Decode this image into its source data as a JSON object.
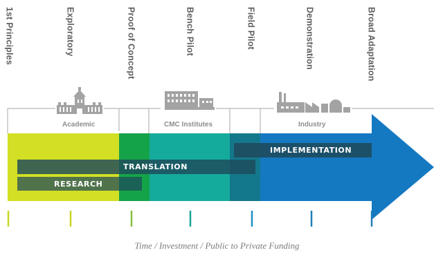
{
  "stages": [
    {
      "label": "1st Principles",
      "color": "#b9c924"
    },
    {
      "label": "Exploratory",
      "color": "#b9c924"
    },
    {
      "label": "Proof of Concept",
      "color": "#7dbd3c"
    },
    {
      "label": "Bench Pilot",
      "color": "#1aa39c"
    },
    {
      "label": "Field Pilot",
      "color": "#1f7fb8"
    },
    {
      "label": "Demonstration",
      "color": "#1f7fb8"
    },
    {
      "label": "Broad Adaptation",
      "color": "#1f7fb8"
    }
  ],
  "sectors": [
    {
      "label": "Academic",
      "icon": "university-building-icon"
    },
    {
      "label": "CMC Institutes",
      "icon": "institute-building-icon"
    },
    {
      "label": "Industry",
      "icon": "factory-icon"
    }
  ],
  "phases": {
    "implementation": "IMPLEMENTATION",
    "translation": "TRANSLATION",
    "research": "RESEARCH"
  },
  "colors": {
    "research_zone": "#d3df24",
    "proof_zone": "#15a349",
    "bench_zone": "#15ab9c",
    "field_zone": "#14788c",
    "industry_zone": "#1579c2",
    "bar": "#1e4a5c",
    "label_gray": "#5e5e5e",
    "icon_gray": "#a3a3a3"
  },
  "footer": "Time / Investment / Public to Private Funding"
}
